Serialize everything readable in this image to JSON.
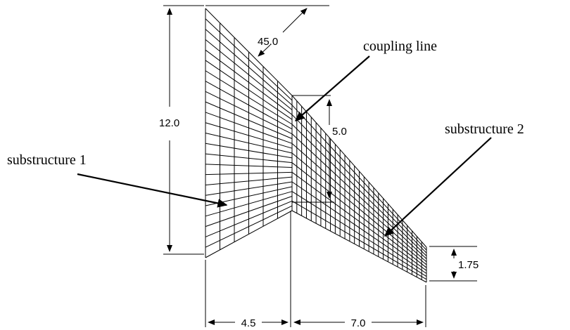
{
  "labels": {
    "substructure_1": "substructure 1",
    "substructure_2": "substructure 2",
    "coupling_line": "coupling line"
  },
  "dimensions": {
    "height_left": "12.0",
    "angle": "45.0",
    "coupling_height": "5.0",
    "tip_height": "1.75",
    "width_1": "4.5",
    "width_2": "7.0"
  },
  "mesh": {
    "substructure_1": {
      "columns": 6,
      "rows": 24
    },
    "substructure_2": {
      "columns": 28,
      "rows": 12
    }
  },
  "colors": {
    "ink": "#000000",
    "background": "#ffffff"
  }
}
